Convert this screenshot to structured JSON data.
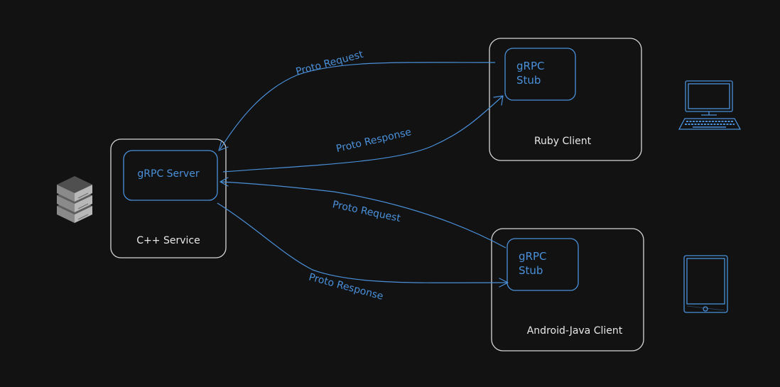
{
  "server": {
    "box_label": "C++ Service",
    "inner_label": "gRPC Server"
  },
  "ruby_client": {
    "box_label": "Ruby Client",
    "stub_line1": "gRPC",
    "stub_line2": "Stub"
  },
  "android_client": {
    "box_label": "Android-Java Client",
    "stub_line1": "gRPC",
    "stub_line2": "Stub"
  },
  "edges": {
    "ruby_request": "Proto Request",
    "ruby_response": "Proto Response",
    "android_request": "Proto Request",
    "android_response": "Proto Response"
  },
  "icons": {
    "server": "server-rack-icon",
    "ruby_device": "desktop-computer-icon",
    "android_device": "tablet-icon"
  },
  "colors": {
    "background": "#121212",
    "accent": "#4a90d9",
    "box_stroke": "#d6d6d6",
    "text": "#e8e8e8"
  }
}
